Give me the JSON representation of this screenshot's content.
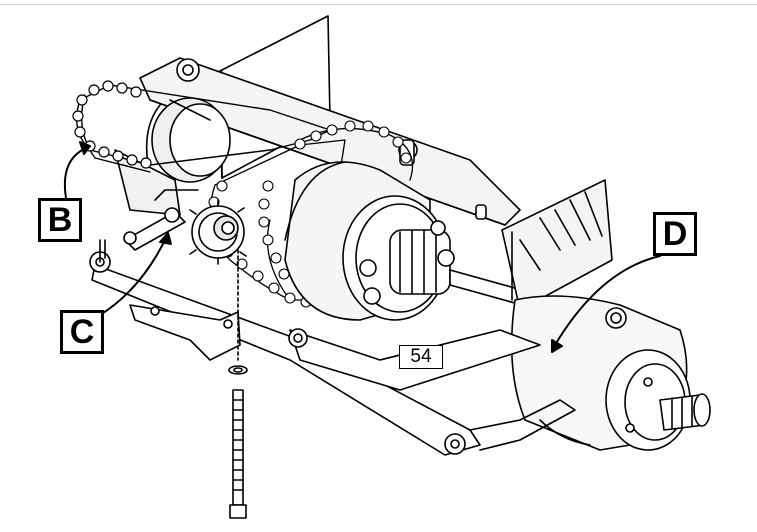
{
  "callouts": {
    "b": "B",
    "c": "C",
    "d": "D"
  },
  "part_number": "54",
  "colors": {
    "line": "#000000",
    "background": "#ffffff",
    "shade": "#e6e6e6"
  }
}
